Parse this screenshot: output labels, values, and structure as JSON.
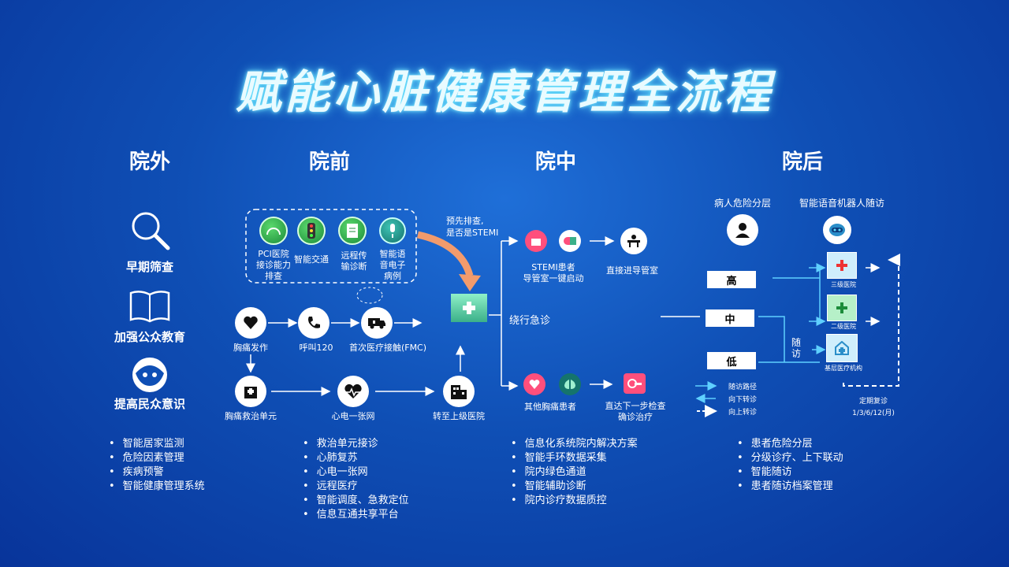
{
  "title": "赋能心脏健康管理全流程",
  "columns": {
    "outside": "院外",
    "pre": "院前",
    "in": "院中",
    "post": "院后"
  },
  "outside": {
    "items": [
      "早期筛查",
      "加强公众教育",
      "提高民众意识"
    ],
    "bullets": [
      "智能居家监测",
      "危险因素管理",
      "疾病预警",
      "智能健康管理系统"
    ]
  },
  "pre": {
    "cloud_items": [
      "PCI医院\n接诊能力\n排查",
      "智能交通",
      "远程传\n输诊断",
      "智能语\n音电子\n病例"
    ],
    "flow_top": [
      "胸痛发作",
      "呼叫120",
      "首次医疗接触(FMC)"
    ],
    "flow_bottom": [
      "胸痛救治单元",
      "心电一张网",
      "转至上级医院"
    ],
    "bullets": [
      "救治单元接诊",
      "心肺复苏",
      "心电一张网",
      "远程医疗",
      "智能调度、急救定位",
      "信息互通共享平台"
    ]
  },
  "in": {
    "pre_check": "预先排查,\n是否是STEMI",
    "bypass": "绕行急诊",
    "stemi": "STEMI患者\n导管室一键启动",
    "cath": "直接进导管室",
    "other": "其他胸痛患者",
    "next": "直达下一步检查\n确诊治疗",
    "bullets": [
      "信息化系统院内解决方案",
      "智能手环数据采集",
      "院内绿色通道",
      "智能辅助诊断",
      "院内诊疗数据质控"
    ]
  },
  "post": {
    "risk": "病人危险分层",
    "robot": "智能语音机器人随访",
    "levels": [
      "高",
      "中",
      "低"
    ],
    "followup": "随\n访",
    "hospitals": [
      "三级医院",
      "二级医院",
      "基层医疗机构"
    ],
    "legend": [
      "随访路径",
      "向下转诊",
      "向上转诊"
    ],
    "review": "定期复诊\n1/3/6/12(月)",
    "bullets": [
      "患者危险分层",
      "分级诊疗、上下联动",
      "智能随访",
      "患者随访档案管理"
    ]
  }
}
